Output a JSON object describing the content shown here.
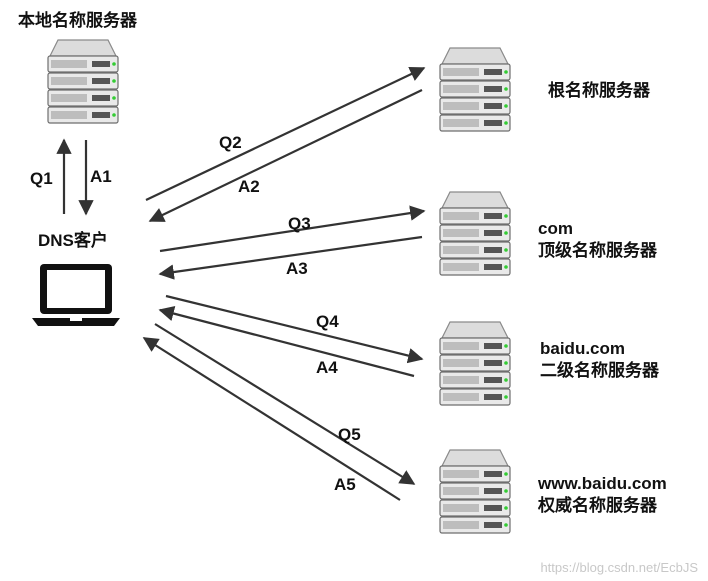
{
  "local_server": {
    "label": "本地名称服务器"
  },
  "client": {
    "label": "DNS客户"
  },
  "servers": [
    {
      "line1": "根名称服务器",
      "line2": ""
    },
    {
      "line1": "com",
      "line2": "顶级名称服务器"
    },
    {
      "line1": "baidu.com",
      "line2": "二级名称服务器"
    },
    {
      "line1": "www.baidu.com",
      "line2": "权威名称服务器"
    }
  ],
  "arrows": {
    "q1": "Q1",
    "a1": "A1",
    "q2": "Q2",
    "a2": "A2",
    "q3": "Q3",
    "a3": "A3",
    "q4": "Q4",
    "a4": "A4",
    "q5": "Q5",
    "a5": "A5"
  },
  "watermark": "https://blog.csdn.net/EcbJS"
}
